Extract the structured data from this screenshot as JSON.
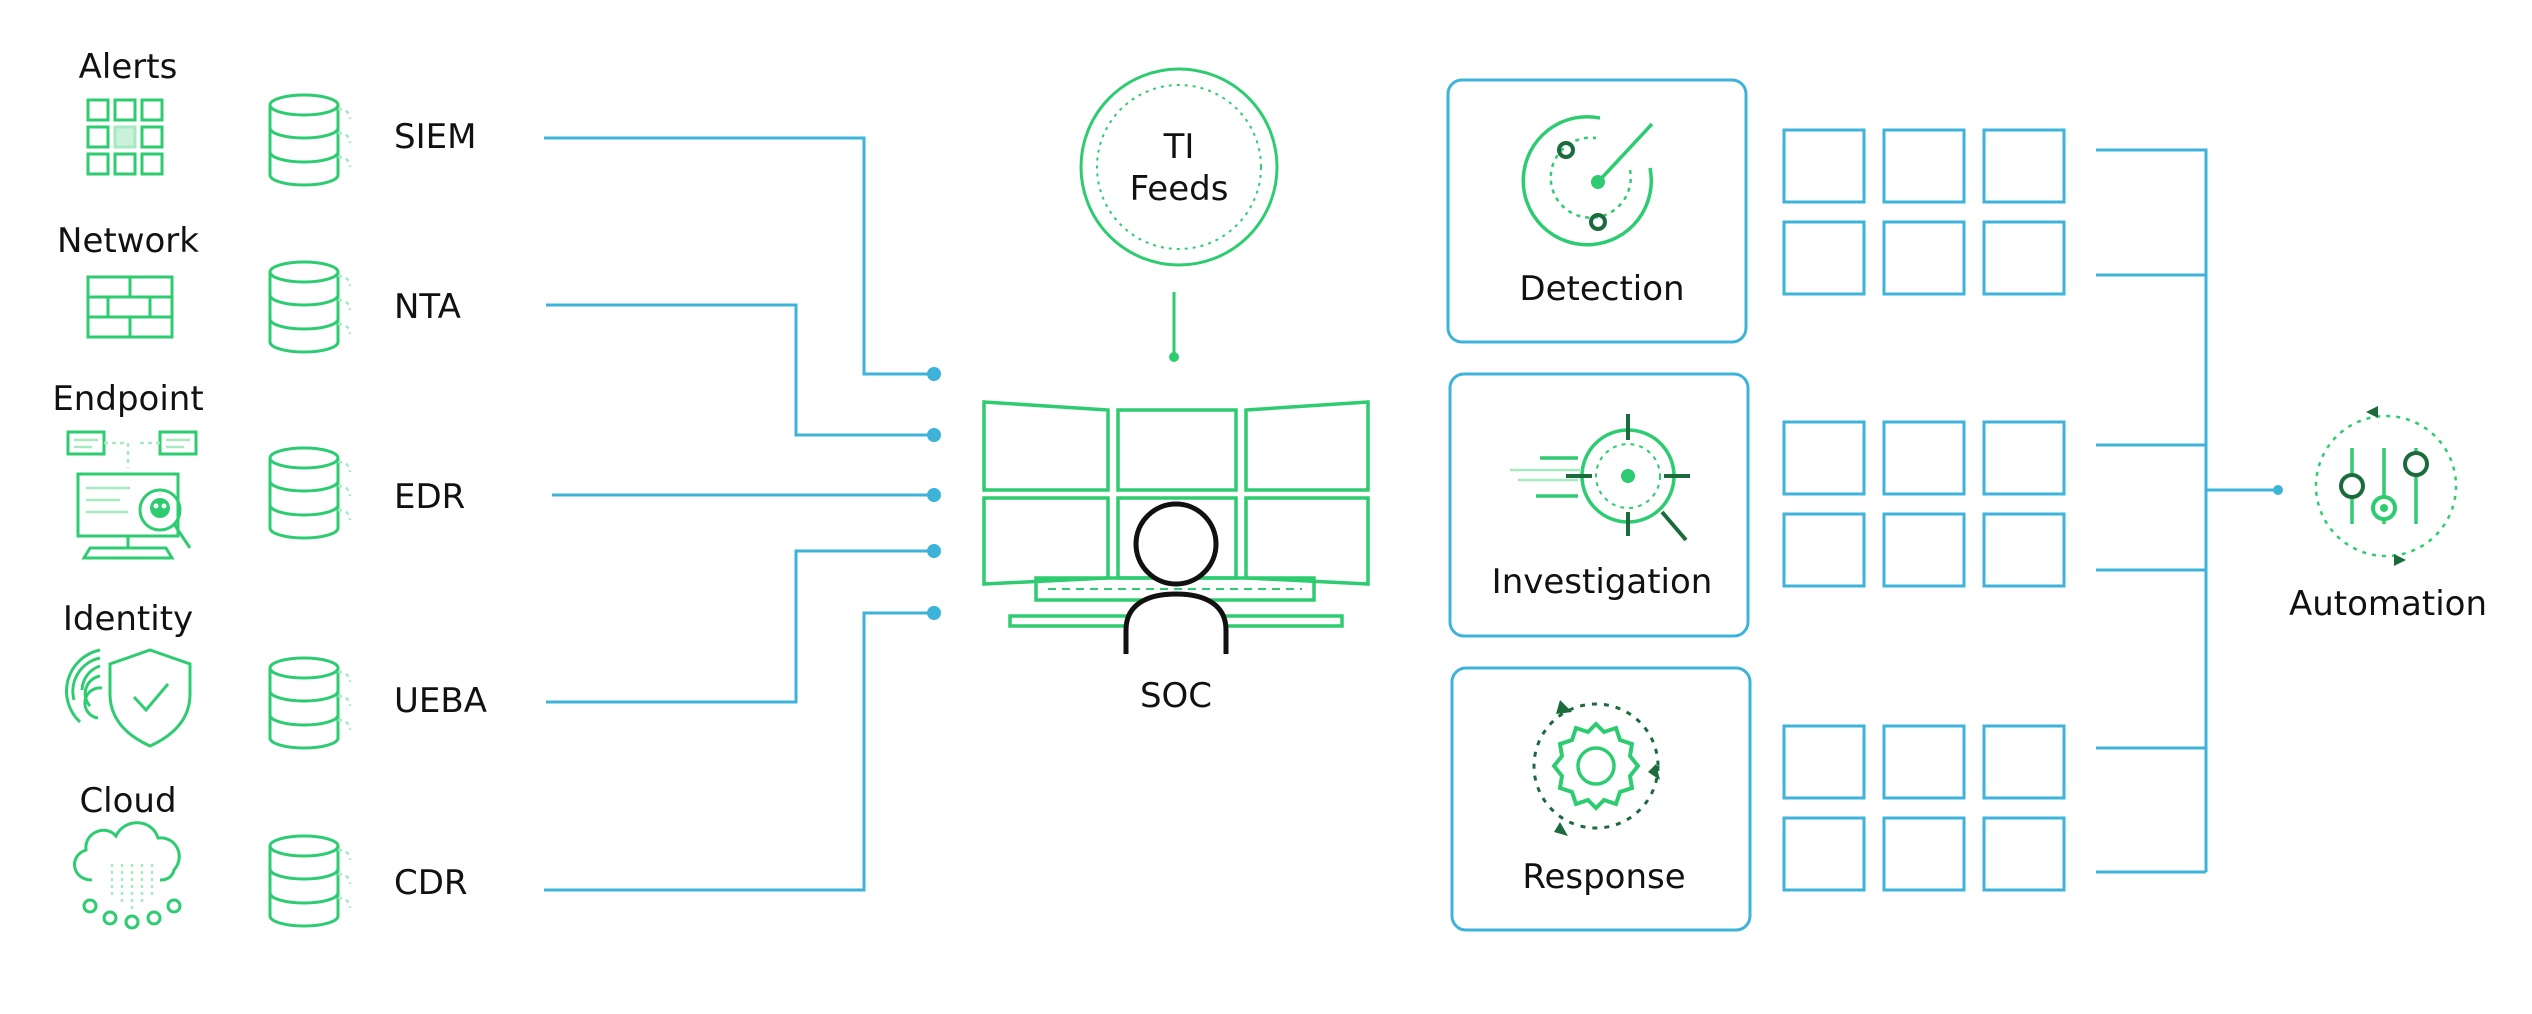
{
  "sources": [
    {
      "category": "Alerts",
      "tool": "SIEM",
      "category_icon": "alerts-grid-icon"
    },
    {
      "category": "Network",
      "tool": "NTA",
      "category_icon": "network-firewall-icon"
    },
    {
      "category": "Endpoint",
      "tool": "EDR",
      "category_icon": "endpoint-computer-icon"
    },
    {
      "category": "Identity",
      "tool": "UEBA",
      "category_icon": "identity-fingerprint-shield-icon"
    },
    {
      "category": "Cloud",
      "tool": "CDR",
      "category_icon": "cloud-icon"
    }
  ],
  "center": {
    "ti_feeds_line1": "TI",
    "ti_feeds_line2": "Feeds",
    "soc_label": "SOC"
  },
  "stages": [
    {
      "label": "Detection",
      "icon": "radar-icon"
    },
    {
      "label": "Investigation",
      "icon": "crosshair-magnifier-icon"
    },
    {
      "label": "Response",
      "icon": "gear-cycle-icon"
    }
  ],
  "automation": {
    "label": "Automation",
    "icon": "sliders-cycle-icon"
  },
  "colors": {
    "green": "#2ecc71",
    "blue": "#3db3d9",
    "dark_green": "#1c6b3d",
    "text": "#111111"
  }
}
